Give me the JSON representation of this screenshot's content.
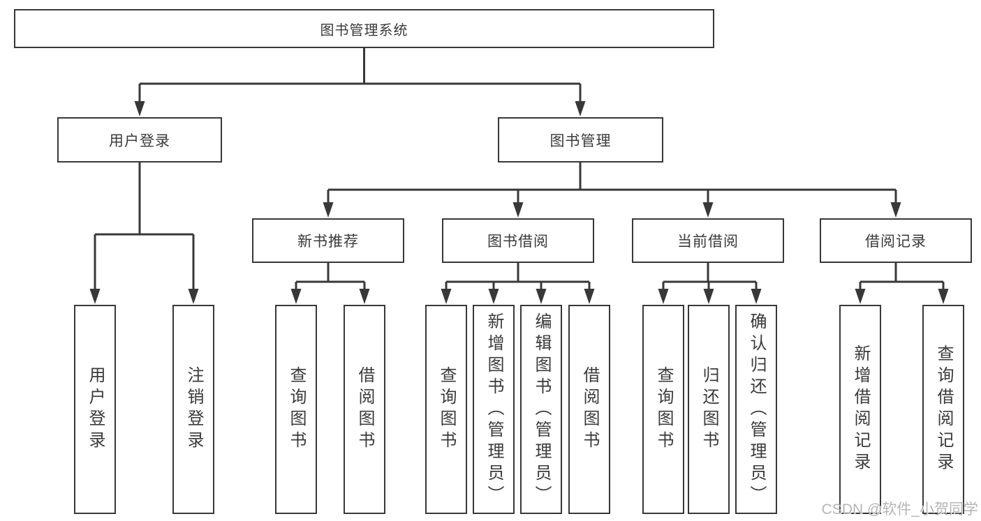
{
  "diagram_title": "图书管理系统",
  "watermark": "CSDN @软件_小贺同学",
  "colors": {
    "line": "#383838",
    "text": "#3a3a3a",
    "background": "#ffffff",
    "watermark": "#a8a8a8"
  },
  "tree": {
    "root": {
      "label": "图书管理系统",
      "children": [
        {
          "label": "用户登录",
          "children": [
            {
              "label": "用户登录"
            },
            {
              "label": "注销登录"
            }
          ]
        },
        {
          "label": "图书管理",
          "children": [
            {
              "label": "新书推荐",
              "children": [
                {
                  "label": "查询图书"
                },
                {
                  "label": "借阅图书"
                }
              ]
            },
            {
              "label": "图书借阅",
              "children": [
                {
                  "label": "查询图书"
                },
                {
                  "label": "新增图书（管理员）"
                },
                {
                  "label": "编辑图书（管理员）"
                },
                {
                  "label": "借阅图书"
                }
              ]
            },
            {
              "label": "当前借阅",
              "children": [
                {
                  "label": "查询图书"
                },
                {
                  "label": "归还图书"
                },
                {
                  "label": "确认归还（管理员）"
                }
              ]
            },
            {
              "label": "借阅记录",
              "children": [
                {
                  "label": "新增借阅记录"
                },
                {
                  "label": "查询借阅记录"
                }
              ]
            }
          ]
        }
      ]
    }
  }
}
